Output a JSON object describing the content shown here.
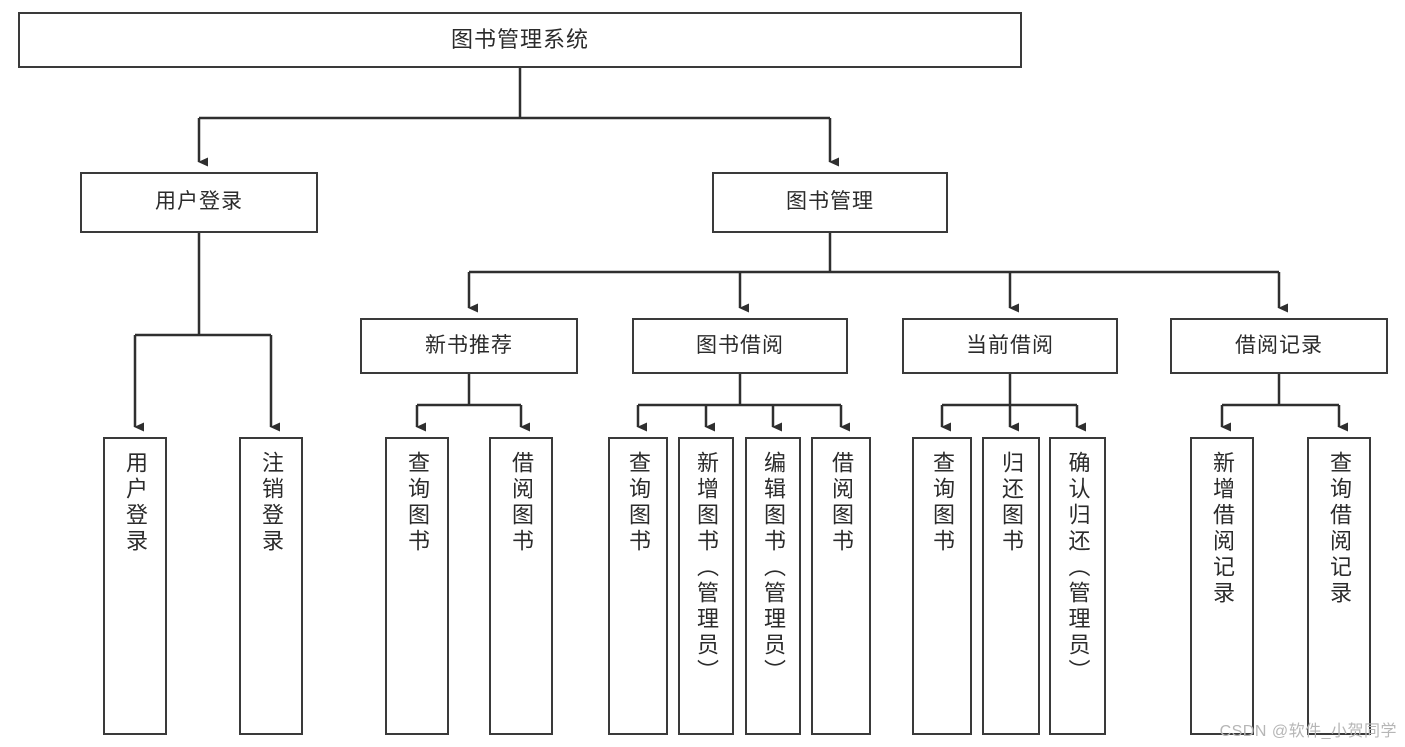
{
  "diagram": {
    "title": "图书管理系统",
    "watermark": "CSDN @软件_小贺同学",
    "colors": {
      "stroke": "#3a3a3a",
      "text": "#2b2b2b",
      "background": "#ffffff",
      "watermark": "#b6b6b6"
    },
    "root": {
      "label": "图书管理系统"
    },
    "level1": [
      {
        "label": "用户登录"
      },
      {
        "label": "图书管理"
      }
    ],
    "level2": [
      {
        "label": "新书推荐"
      },
      {
        "label": "图书借阅"
      },
      {
        "label": "当前借阅"
      },
      {
        "label": "借阅记录"
      }
    ],
    "leaves": {
      "user_login": [
        {
          "label": "用户登录"
        },
        {
          "label": "注销登录"
        }
      ],
      "new_book": [
        {
          "label": "查询图书"
        },
        {
          "label": "借阅图书"
        }
      ],
      "borrow_book": [
        {
          "label": "查询图书"
        },
        {
          "label": "新增图书（管理员）"
        },
        {
          "label": "编辑图书（管理员）"
        },
        {
          "label": "借阅图书"
        }
      ],
      "current_borrow": [
        {
          "label": "查询图书"
        },
        {
          "label": "归还图书"
        },
        {
          "label": "确认归还（管理员）"
        }
      ],
      "borrow_record": [
        {
          "label": "新增借阅记录"
        },
        {
          "label": "查询借阅记录"
        }
      ]
    }
  }
}
